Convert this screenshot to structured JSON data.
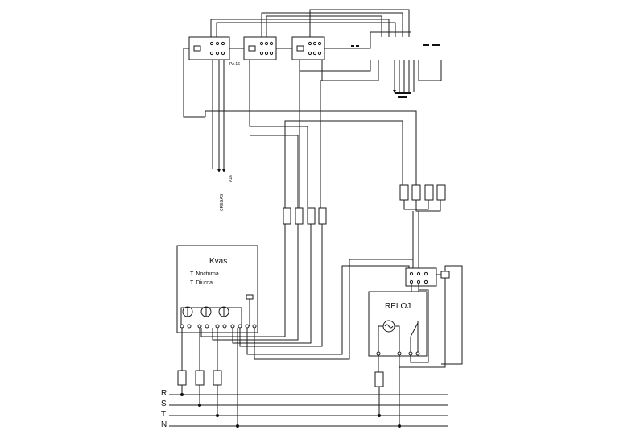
{
  "bus_labels": [
    "R",
    "S",
    "T",
    "N"
  ],
  "meter": {
    "title": "Kvas",
    "rows": [
      "T. Nocturna",
      "T. Diurna"
    ]
  },
  "clock": {
    "title": "RELOJ"
  },
  "top_terminal_label": "PA 16",
  "feed_labels": [
    "CREGAS",
    "A16"
  ]
}
